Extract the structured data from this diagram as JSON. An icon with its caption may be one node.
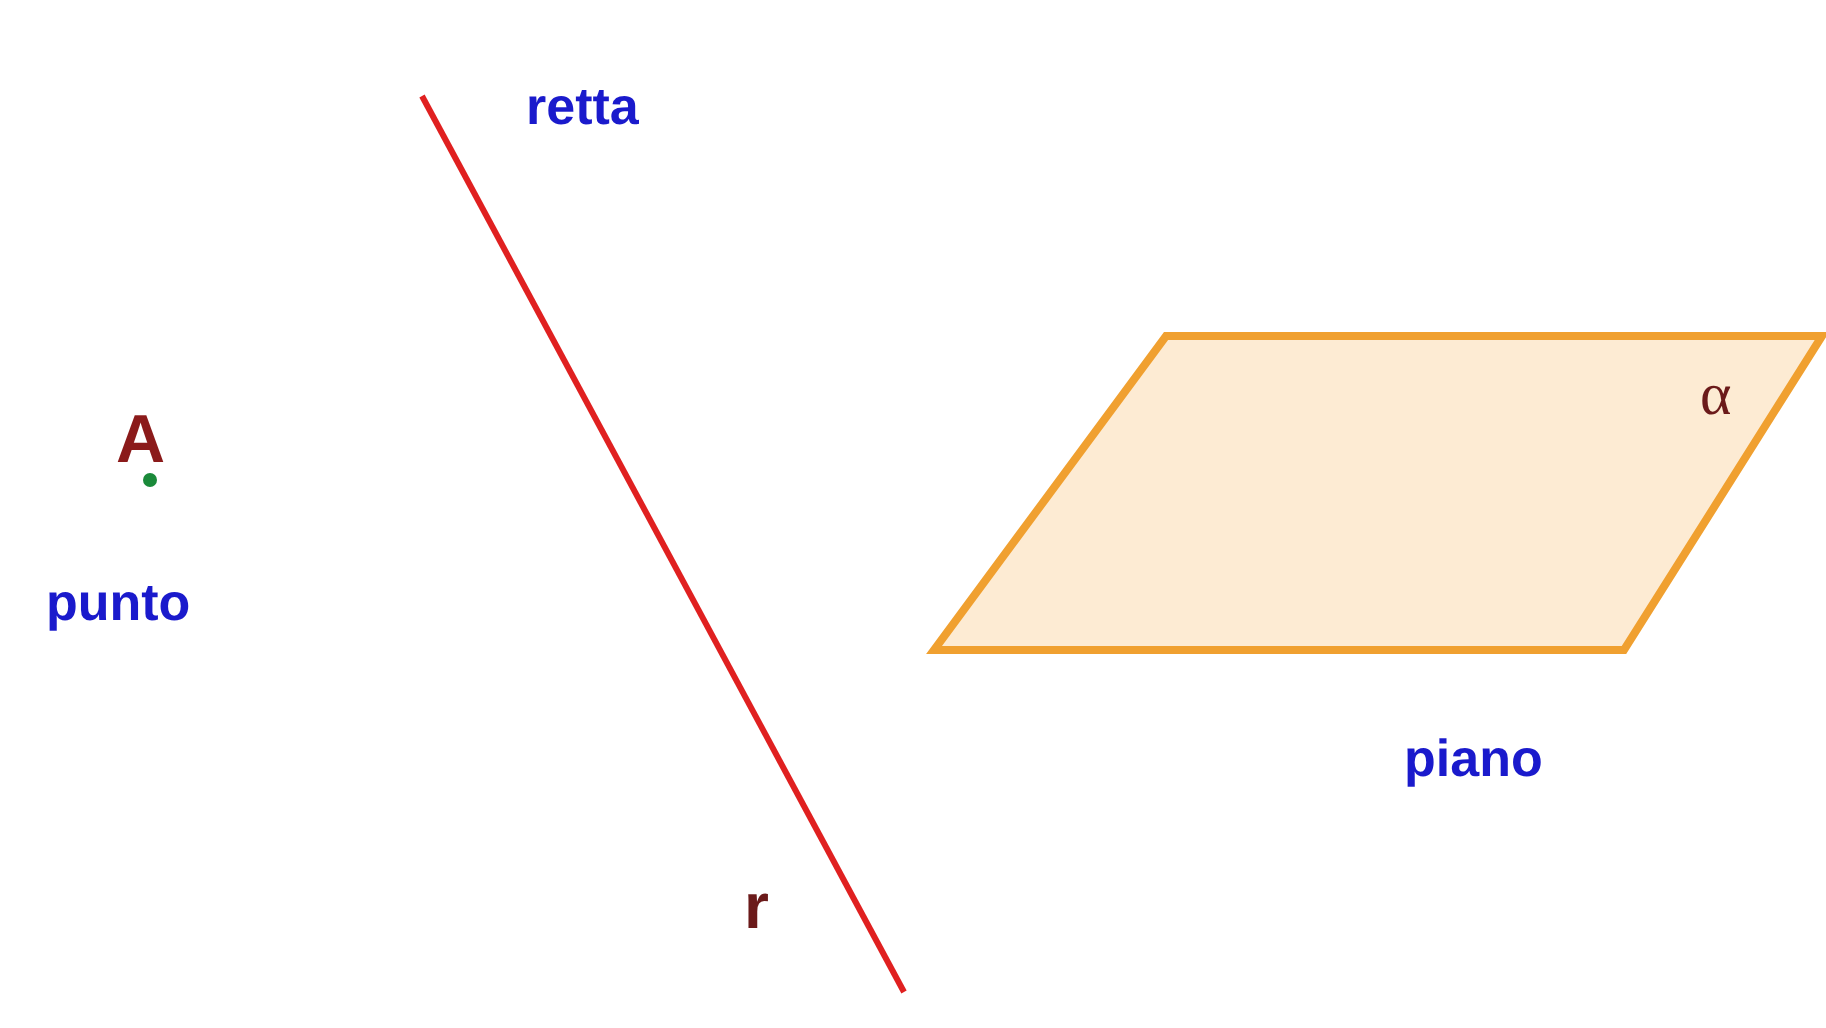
{
  "diagram": {
    "labels": [
      "retta",
      "A",
      "α",
      "punto",
      "piano",
      "r"
    ]
  }
}
